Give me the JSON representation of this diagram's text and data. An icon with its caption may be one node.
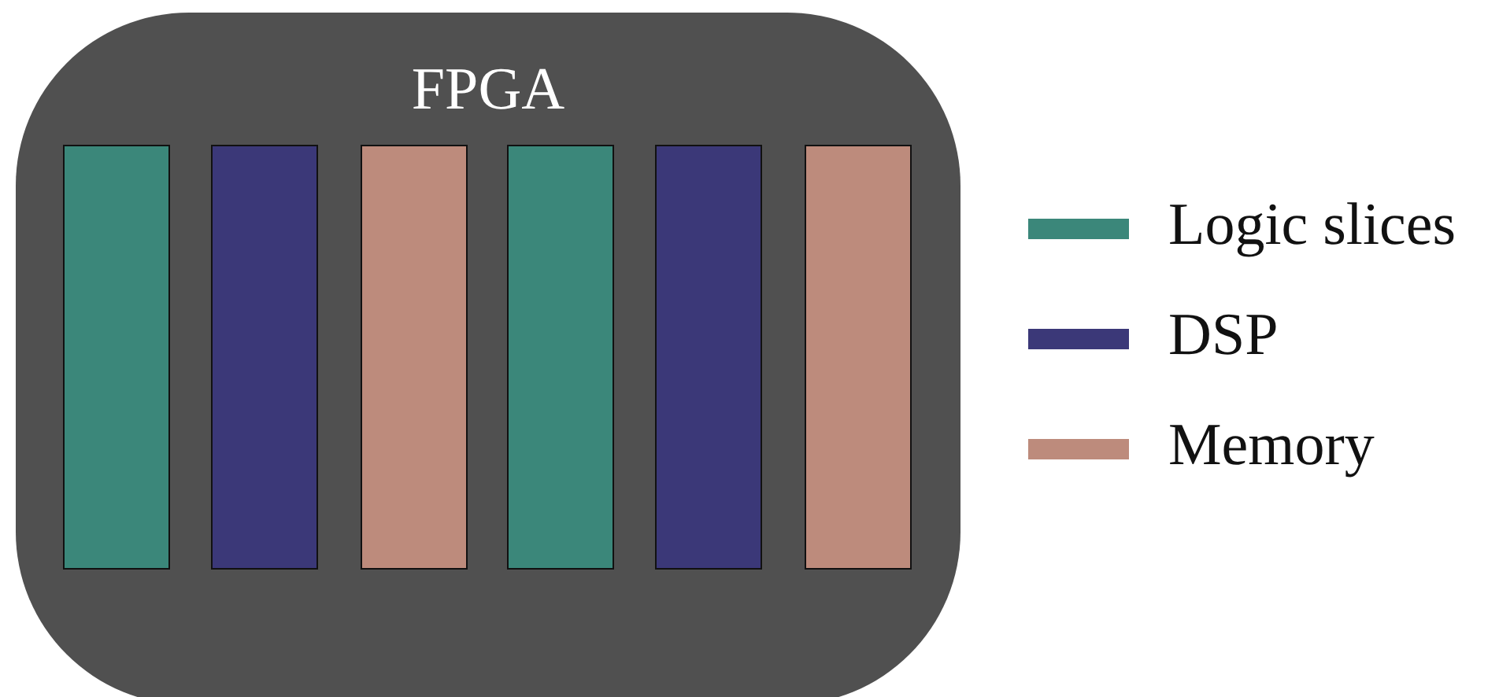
{
  "diagram": {
    "nodes": [
      {
        "text": [
          "FPGA"
        ]
      },
      {
        "text": [],
        "shape": "bar",
        "in": 0
      },
      {
        "text": [],
        "shape": "bar",
        "in": 0
      },
      {
        "text": [],
        "shape": "bar",
        "in": 0
      },
      {
        "text": [],
        "shape": "bar",
        "in": 0
      },
      {
        "text": [],
        "shape": "bar",
        "in": 0
      },
      {
        "text": [],
        "shape": "bar",
        "in": 0
      }
    ],
    "legend": [
      {
        "text": "Logic slices",
        "color": "#3b877a"
      },
      {
        "text": "DSP",
        "color": "#3b3878"
      },
      {
        "text": "Memory",
        "color": "#bd8b7c"
      }
    ]
  }
}
